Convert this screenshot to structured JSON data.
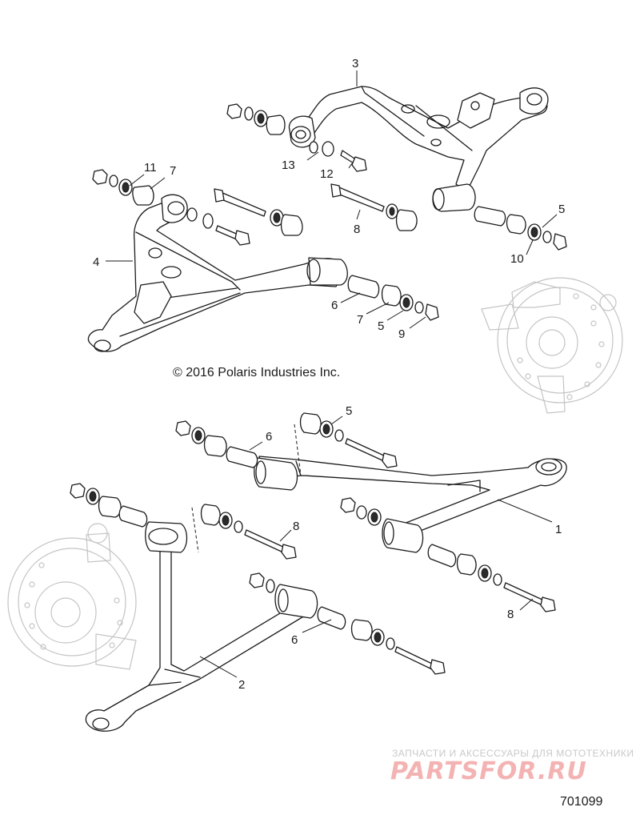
{
  "copyright": "© 2016 Polaris Industries Inc.",
  "figure_number": "701099",
  "watermark": {
    "tagline": "ЗАПЧАСТИ И АКСЕССУАРЫ ДЛЯ МОТОТЕХНИКИ",
    "logo": "PARTSFOR.RU"
  },
  "callouts": {
    "c1": "1",
    "c2": "2",
    "c3": "3",
    "c4": "4",
    "c5a": "5",
    "c5b": "5",
    "c5c": "5",
    "c6a": "6",
    "c6b": "6",
    "c6c": "6",
    "c7a": "7",
    "c7b": "7",
    "c8a": "8",
    "c8b": "8",
    "c8c": "8",
    "c9": "9",
    "c10": "10",
    "c11": "11",
    "c12": "12",
    "c13": "13"
  },
  "icons": {
    "hub": "brake-rotor-hub-icon",
    "arm": "a-arm-icon",
    "bushing": "bushing-icon",
    "washer": "washer-icon",
    "nut": "nut-icon",
    "bolt": "bolt-icon"
  }
}
